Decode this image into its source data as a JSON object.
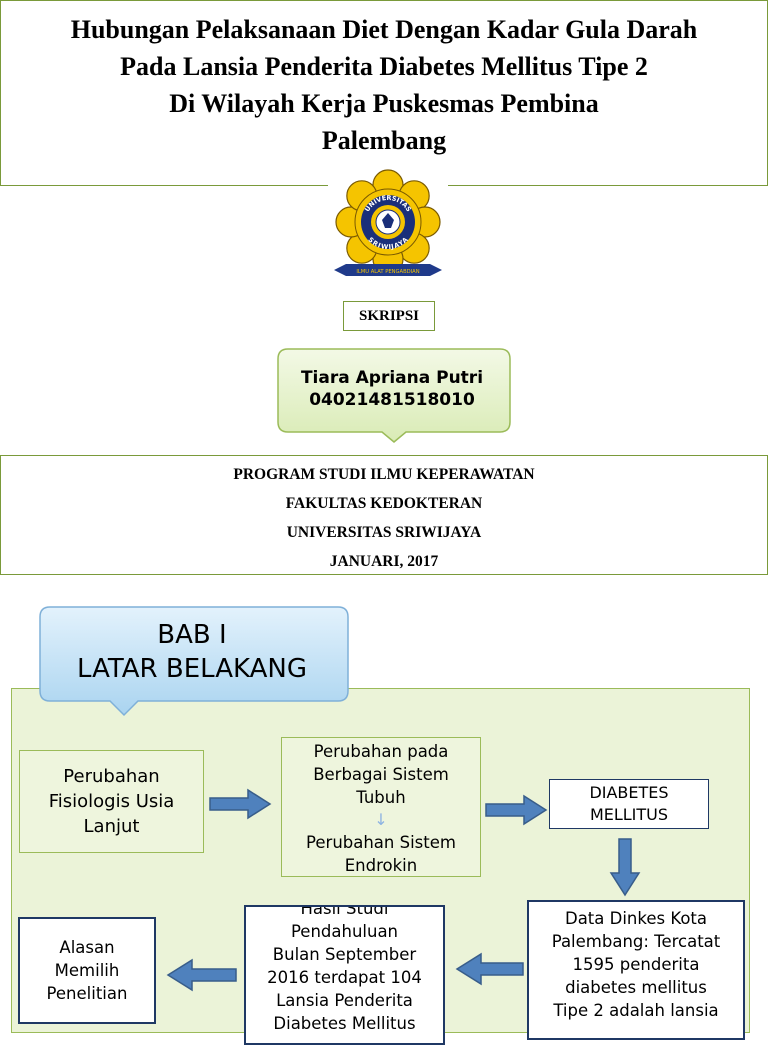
{
  "slide1": {
    "title_lines": [
      "Hubungan Pelaksanaan Diet Dengan Kadar Gula Darah",
      "Pada Lansia Penderita Diabetes Mellitus Tipe 2",
      "Di Wilayah Kerja Puskesmas Pembina",
      "Palembang"
    ],
    "logo": {
      "ring_top": "UNIVERSITAS",
      "ring_bottom": "SRIWIJAYA",
      "ribbon": "ILMU ALAT PENGABDIAN",
      "colors": {
        "petal": "#f5c400",
        "petal_edge": "#7a5a00",
        "ring": "#1a2f7a",
        "ribbon": "#1f3a8a"
      }
    },
    "label": "SKRIPSI",
    "author": {
      "name": "Tiara Apriana Putri",
      "nim": "04021481518010"
    },
    "program_lines": [
      "PROGRAM STUDI ILMU KEPERAWATAN",
      "FAKULTAS KEDOKTERAN",
      "UNIVERSITAS SRIWIJAYA",
      "JANUARI, 2017"
    ]
  },
  "slide2": {
    "heading_lines": [
      "BAB I",
      "LATAR BELAKANG"
    ],
    "boxes": {
      "fisiologi": [
        "Perubahan",
        "Fisiologis Usia",
        "Lanjut"
      ],
      "perubahan_top": [
        "Perubahan pada",
        "Berbagai Sistem",
        "Tubuh"
      ],
      "perubahan_bottom": [
        "Perubahan Sistem",
        "Endrokin"
      ],
      "diabetes": [
        "DIABETES",
        "MELLITUS"
      ],
      "dinkes": [
        "Data Dinkes Kota",
        "Palembang: Tercatat",
        "1595 penderita",
        "diabetes mellitus",
        "Tipe 2 adalah lansia"
      ],
      "hasil": [
        "Hasil Studi",
        "Pendahuluan",
        "Bulan September",
        "2016 terdapat 104",
        "Lansia Penderita",
        "Diabetes Mellitus"
      ],
      "alasan": [
        "Alasan",
        "Memilih",
        "Penelitian"
      ]
    },
    "colors": {
      "panel": "#ebf3d8",
      "arrow_fill": "#4f81bd",
      "arrow_stroke": "#385d8a",
      "callout_fill": "#c6e2f5",
      "author_fill": "#e6f2cf"
    }
  }
}
